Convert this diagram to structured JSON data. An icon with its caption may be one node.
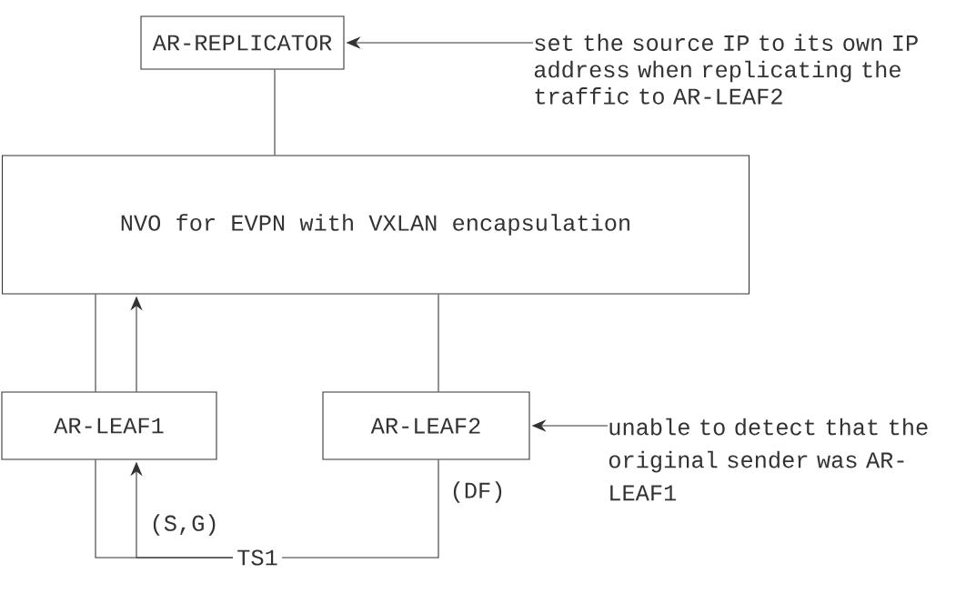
{
  "diagram": {
    "nodes": [
      {
        "text": [
          "AR-REPLICATOR"
        ]
      },
      {
        "text": [
          "set the source IP to its own IP address when replicating the traffic to AR-LEAF2"
        ]
      },
      {
        "text": [
          "NVO for EVPN with VXLAN encapsulation"
        ]
      },
      {
        "text": [
          "AR-LEAF1"
        ]
      },
      {
        "text": [
          "AR-LEAF2"
        ]
      },
      {
        "text": [
          "unable to detect that the original sender was AR-LEAF1"
        ]
      },
      {
        "text": [
          "TS1"
        ]
      }
    ],
    "edges": [
      {
        "from": 1,
        "to": 0,
        "arrow": "to"
      },
      {
        "from": 0,
        "to": 2,
        "arrow": "none"
      },
      {
        "from": 3,
        "to": 2,
        "arrow": "none"
      },
      {
        "from": 3,
        "to": 2,
        "arrow": "to"
      },
      {
        "from": 2,
        "to": 4,
        "arrow": "none"
      },
      {
        "from": 5,
        "to": 4,
        "arrow": "to"
      },
      {
        "from": 3,
        "to": 6,
        "arrow": "none"
      },
      {
        "from": 6,
        "to": 3,
        "arrow": "to",
        "label": "(S,G)"
      },
      {
        "from": 4,
        "to": 6,
        "arrow": "none",
        "label": "(DF)"
      }
    ]
  }
}
